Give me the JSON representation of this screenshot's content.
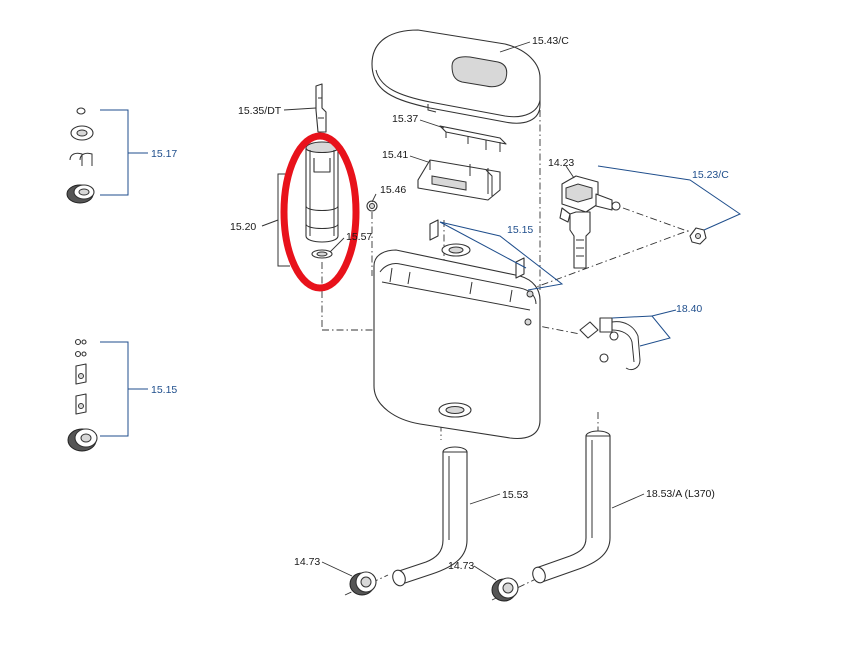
{
  "labels": {
    "l_1543c": "15.43/C",
    "l_1535dt": "15.35/DT",
    "l_1537": "15.37",
    "l_1541": "15.41",
    "l_1423": "14.23",
    "l_1523c": "15.23/C",
    "l_1546": "15.46",
    "l_1515_main": "15.15",
    "l_1520": "15.20",
    "l_1557": "15.57",
    "l_1840": "18.40",
    "l_1553": "15.53",
    "l_1853a": "18.53/A (L370)",
    "l_1473_left": "14.73",
    "l_1473_right": "14.73",
    "l_1517_group": "15.17",
    "l_1515_group": "15.15"
  },
  "colors": {
    "label_blue": "#1f4e8c",
    "highlight_red": "#e8121b",
    "line": "#333333"
  },
  "annotation": {
    "highlight": "red-ellipse-around-15.20"
  }
}
